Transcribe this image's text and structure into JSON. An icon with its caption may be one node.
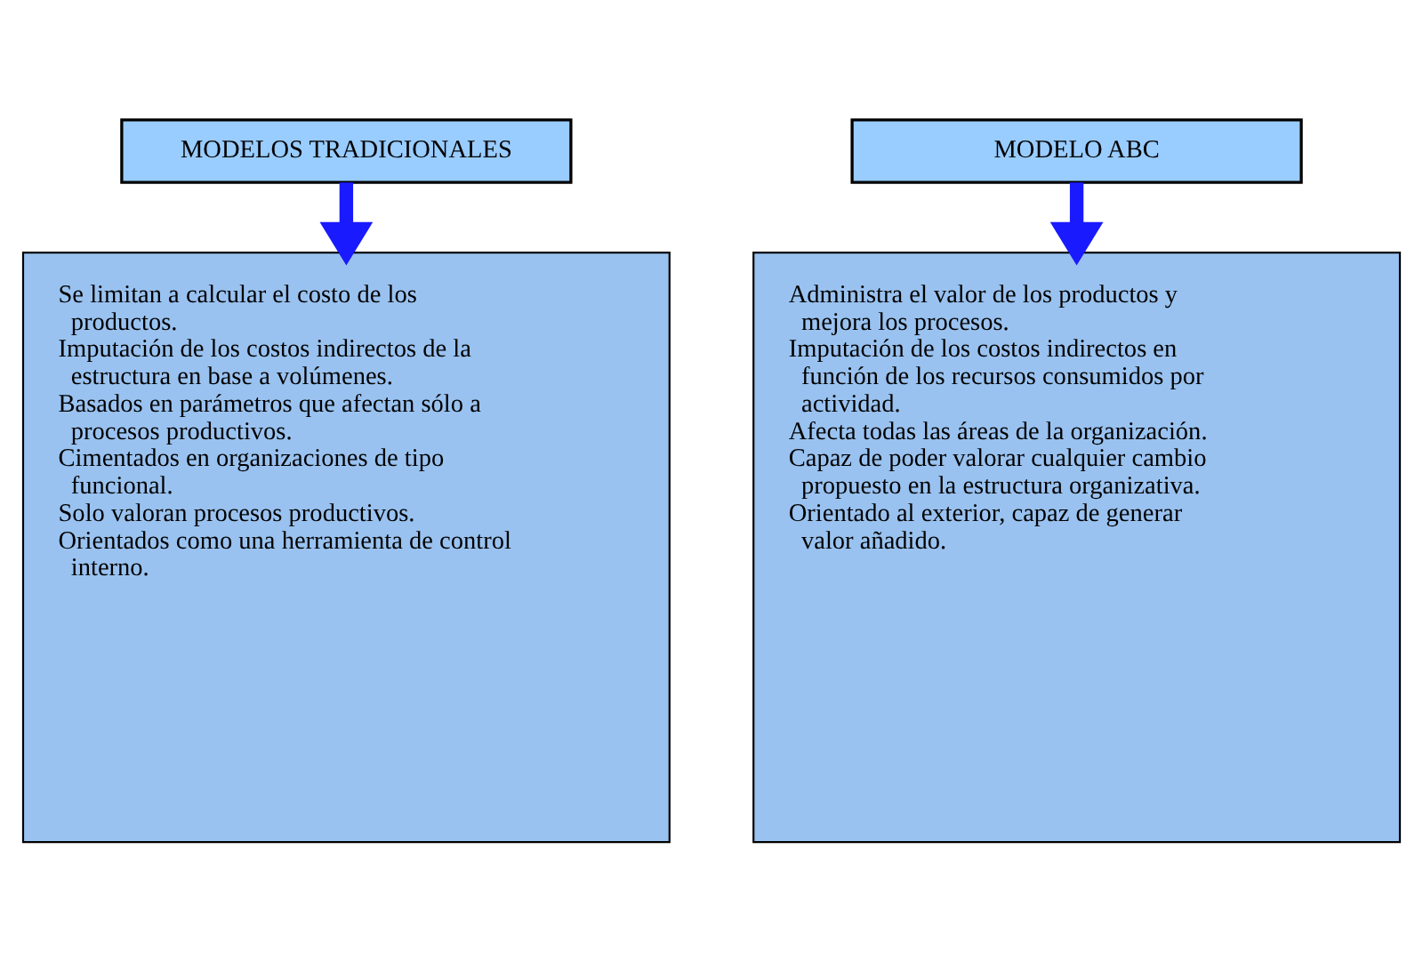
{
  "diagram": {
    "nodes": [
      {
        "text": [
          "MODELOS TRADICIONALES"
        ]
      },
      {
        "text": [
          "Se limitan a calcular el costo de los productos.",
          "Imputación de los costos indirectos de la estructura en base a volúmenes.",
          "Basados en parámetros que afectan sólo a procesos productivos.",
          "Cimentados en organizaciones de tipo funcional.",
          "Solo valoran procesos productivos.",
          "Orientados como una herramienta de control interno."
        ]
      },
      {
        "text": [
          "MODELO ABC"
        ]
      },
      {
        "text": [
          "Administra el valor de los productos y mejora los procesos.",
          "Imputación de los costos indirectos en función de los recursos consumidos por actividad.",
          "Afecta todas las áreas de la organización.",
          "Capaz de poder valorar cualquier cambio propuesto en la estructura organizativa.",
          "Orientado al exterior, capaz de generar valor añadido."
        ]
      }
    ],
    "edges": [
      {
        "from": 0,
        "to": 1,
        "arrow": "to"
      },
      {
        "from": 2,
        "to": 3,
        "arrow": "to"
      }
    ]
  }
}
